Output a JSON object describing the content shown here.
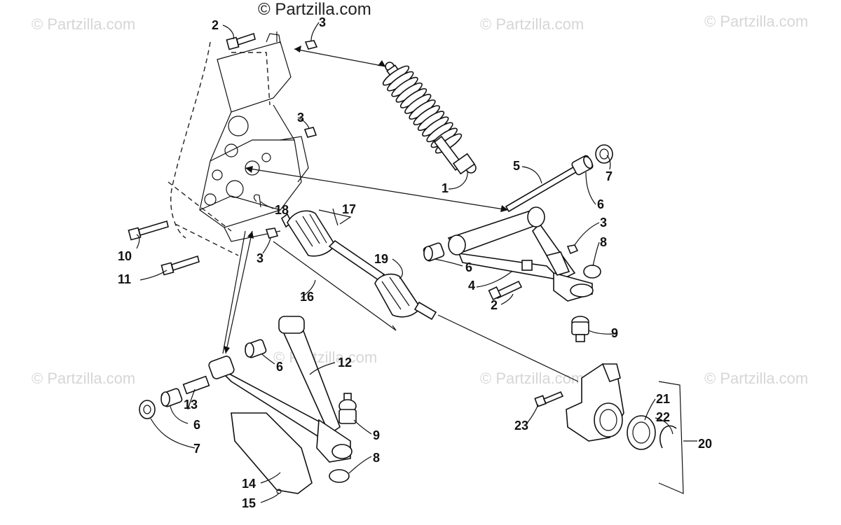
{
  "watermarks": {
    "main": "© Partzilla.com",
    "tiles": [
      "© Partzilla.com",
      "© Partzilla.com",
      "© Partzilla.com",
      "© Partzilla.com",
      "© Partzilla.com",
      "© Partzilla.com",
      "© Partzilla.com"
    ]
  },
  "callouts": [
    {
      "id": "c1",
      "label": "1"
    },
    {
      "id": "c2a",
      "label": "2"
    },
    {
      "id": "c2b",
      "label": "2"
    },
    {
      "id": "c3a",
      "label": "3"
    },
    {
      "id": "c3b",
      "label": "3"
    },
    {
      "id": "c3c",
      "label": "3"
    },
    {
      "id": "c3d",
      "label": "3"
    },
    {
      "id": "c4",
      "label": "4"
    },
    {
      "id": "c5",
      "label": "5"
    },
    {
      "id": "c6a",
      "label": "6"
    },
    {
      "id": "c6b",
      "label": "6"
    },
    {
      "id": "c6c",
      "label": "6"
    },
    {
      "id": "c6d",
      "label": "6"
    },
    {
      "id": "c7a",
      "label": "7"
    },
    {
      "id": "c7b",
      "label": "7"
    },
    {
      "id": "c8a",
      "label": "8"
    },
    {
      "id": "c8b",
      "label": "8"
    },
    {
      "id": "c9a",
      "label": "9"
    },
    {
      "id": "c9b",
      "label": "9"
    },
    {
      "id": "c10",
      "label": "10"
    },
    {
      "id": "c11",
      "label": "11"
    },
    {
      "id": "c12",
      "label": "12"
    },
    {
      "id": "c13",
      "label": "13"
    },
    {
      "id": "c14",
      "label": "14"
    },
    {
      "id": "c15",
      "label": "15"
    },
    {
      "id": "c16",
      "label": "16"
    },
    {
      "id": "c17",
      "label": "17"
    },
    {
      "id": "c18",
      "label": "18"
    },
    {
      "id": "c19",
      "label": "19"
    },
    {
      "id": "c20",
      "label": "20"
    },
    {
      "id": "c21",
      "label": "21"
    },
    {
      "id": "c22",
      "label": "22"
    },
    {
      "id": "c23",
      "label": "23"
    }
  ]
}
